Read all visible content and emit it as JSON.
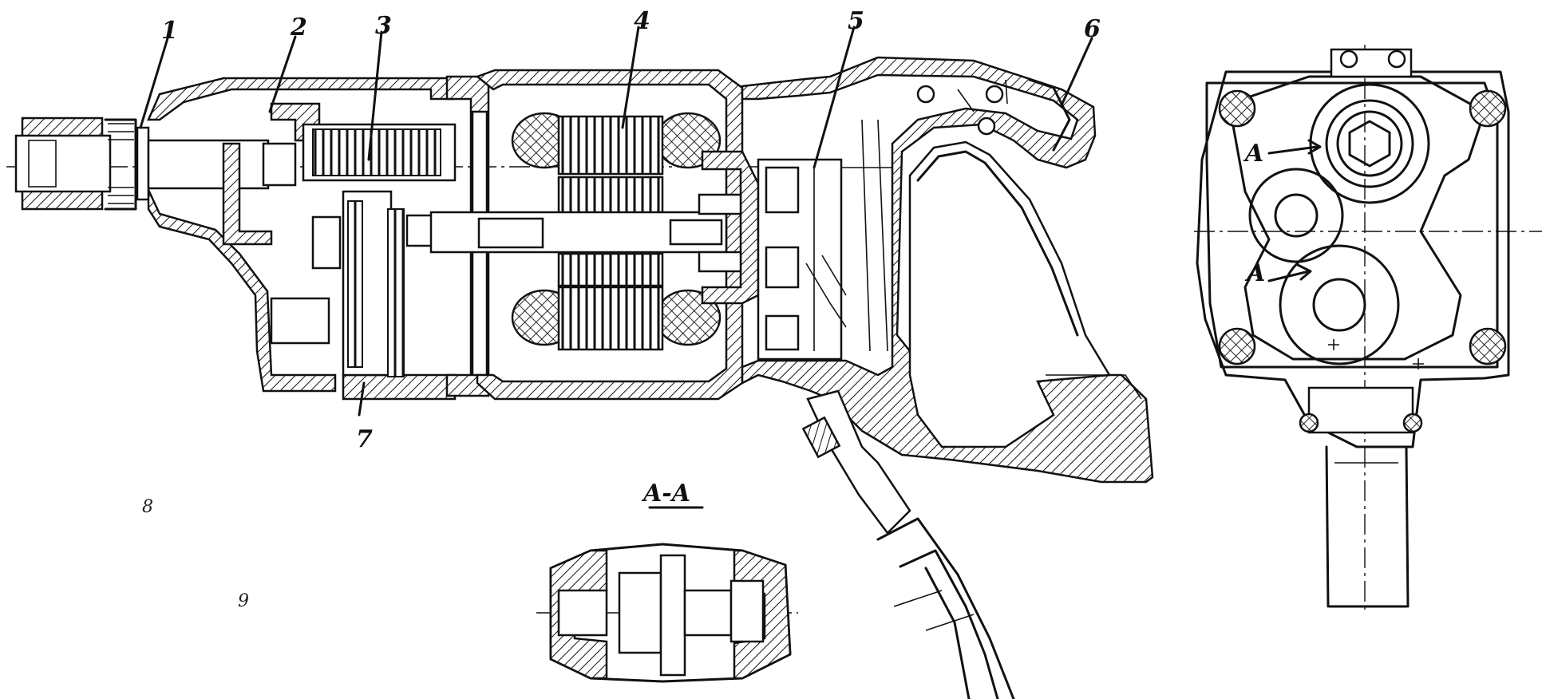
{
  "callouts": [
    {
      "id": "1",
      "text": "1"
    },
    {
      "id": "2",
      "text": "2"
    },
    {
      "id": "3",
      "text": "3"
    },
    {
      "id": "4",
      "text": "4"
    },
    {
      "id": "5",
      "text": "5"
    },
    {
      "id": "6",
      "text": "6"
    },
    {
      "id": "7",
      "text": "7"
    }
  ],
  "section_title": "A-A",
  "section_marks": [
    "A",
    "A"
  ],
  "stray_marks": [
    "8",
    "9"
  ]
}
